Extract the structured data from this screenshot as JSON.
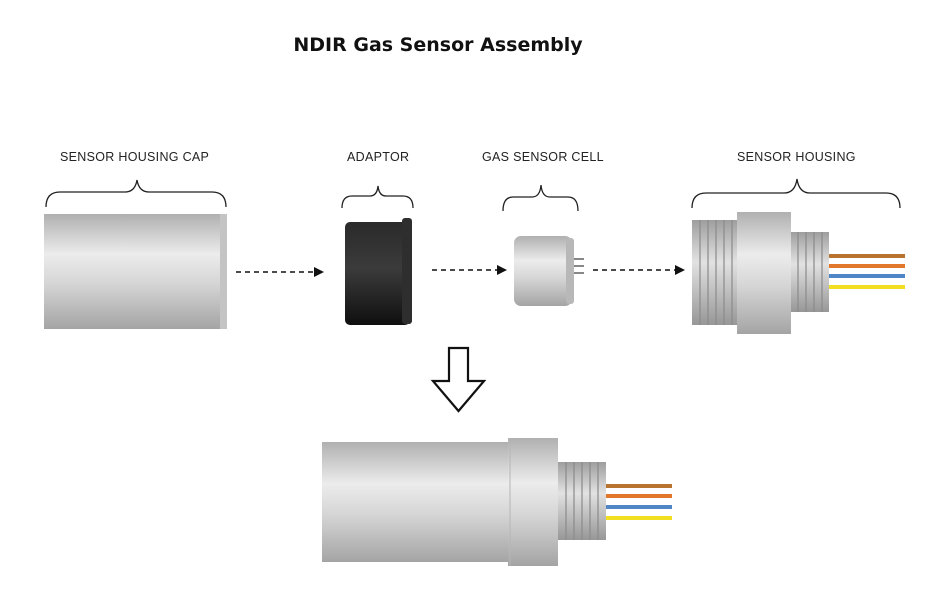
{
  "title": "NDIR Gas Sensor Assembly",
  "components": {
    "housing_cap": "SENSOR HOUSING CAP",
    "adaptor": "ADAPTOR",
    "gas_sensor_cell": "GAS SENSOR CELL",
    "sensor_housing": "SENSOR HOUSING"
  },
  "colors": {
    "metal_light": "#e9e9e9",
    "metal_dark": "#a9a9a9",
    "adaptor": "#1c1c1c",
    "wire_brown": "#b8732e",
    "wire_orange": "#e2782b",
    "wire_blue": "#4f86c6",
    "wire_yellow": "#f2e020"
  }
}
